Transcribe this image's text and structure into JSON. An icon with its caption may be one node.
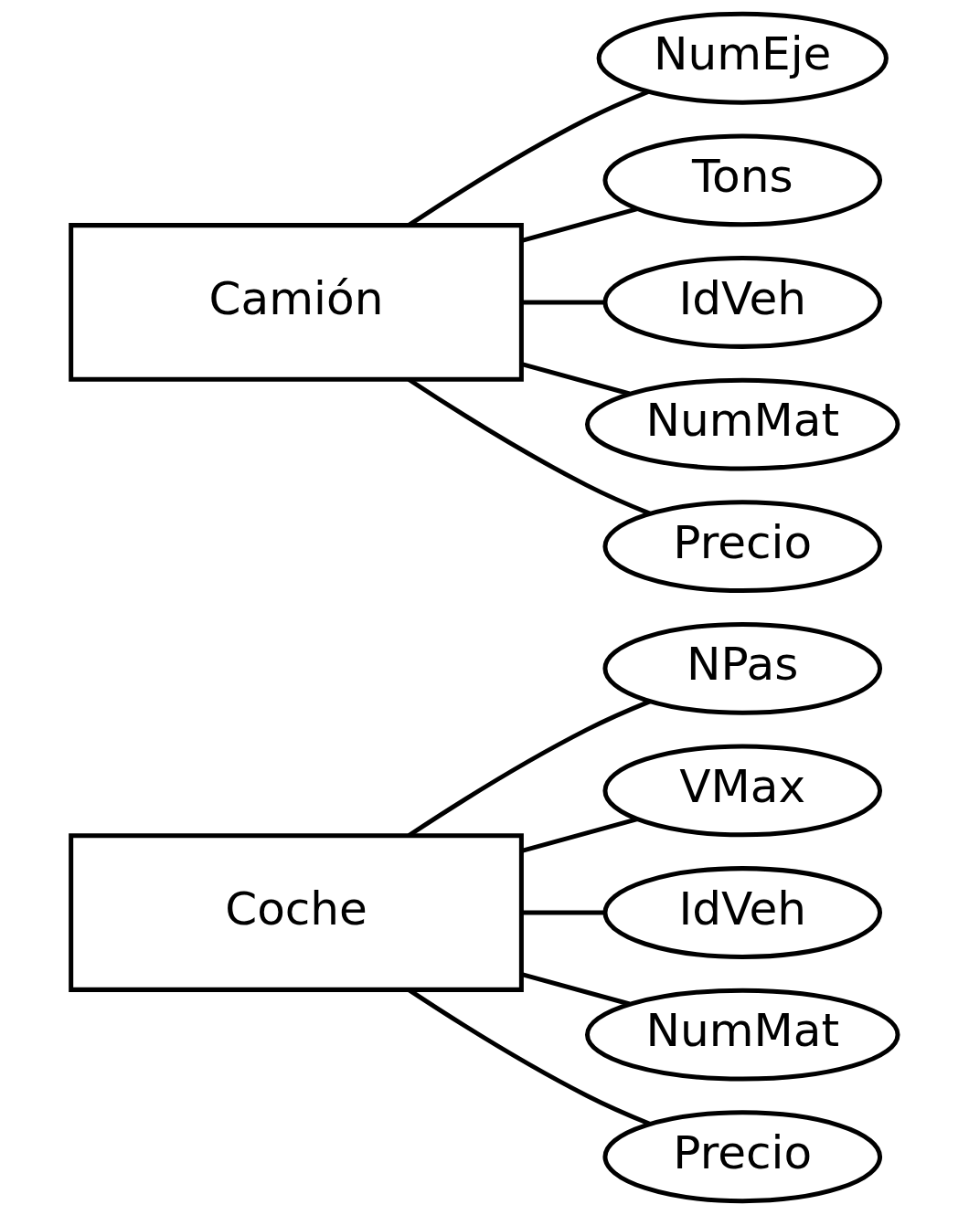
{
  "diagram": {
    "nodes": [
      {
        "text": [
          "Coche"
        ]
      },
      {
        "text": [
          "NPas"
        ]
      },
      {
        "text": [
          "VMax"
        ]
      },
      {
        "text": [
          "IdVeh"
        ]
      },
      {
        "text": [
          "NumMat"
        ]
      },
      {
        "text": [
          "Precio"
        ]
      },
      {
        "text": [
          "Camión"
        ]
      },
      {
        "text": [
          "NumEje"
        ]
      },
      {
        "text": [
          "Tons"
        ]
      },
      {
        "text": [
          "IdVeh"
        ]
      },
      {
        "text": [
          "NumMat"
        ]
      },
      {
        "text": [
          "Precio"
        ]
      }
    ],
    "edges": [
      {
        "from": 0,
        "to": 1,
        "arrow": "none"
      },
      {
        "from": 0,
        "to": 2,
        "arrow": "none"
      },
      {
        "from": 0,
        "to": 3,
        "arrow": "none"
      },
      {
        "from": 0,
        "to": 4,
        "arrow": "none"
      },
      {
        "from": 0,
        "to": 5,
        "arrow": "none"
      },
      {
        "from": 6,
        "to": 7,
        "arrow": "none"
      },
      {
        "from": 6,
        "to": 8,
        "arrow": "none"
      },
      {
        "from": 6,
        "to": 9,
        "arrow": "none"
      },
      {
        "from": 6,
        "to": 10,
        "arrow": "none"
      },
      {
        "from": 6,
        "to": 11,
        "arrow": "none"
      }
    ]
  }
}
